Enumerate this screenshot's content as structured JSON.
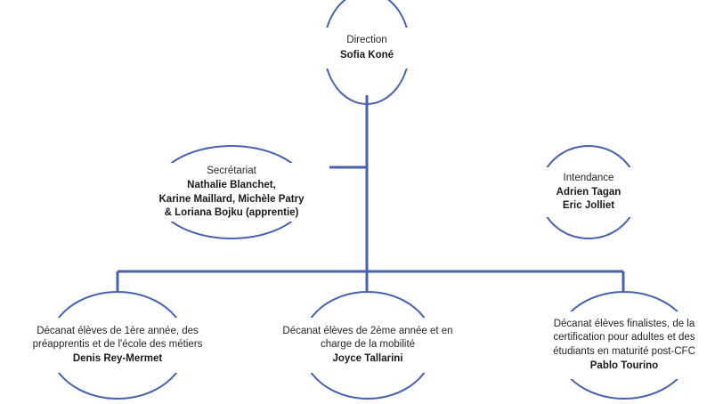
{
  "chart": {
    "type": "org-chart",
    "background_color": "#ffffff",
    "line_color": "#4a62ae",
    "text_color": "#262626"
  },
  "nodes": {
    "direction": {
      "role": "Direction",
      "people": [
        "Sofia Koné"
      ]
    },
    "secretariat": {
      "role": "Secrétariat",
      "people": [
        "Nathalie Blanchet,",
        "Karine Maillard, Michèle Patry",
        "& Loriana Bojku (apprentie)"
      ]
    },
    "intendance": {
      "role": "Intendance",
      "people": [
        "Adrien Tagan",
        "Eric Jolliet"
      ]
    },
    "decanat_1": {
      "role_lines": [
        "Décanat élèves de 1ère année, des",
        "préapprentis et de l'école des métiers"
      ],
      "people": [
        "Denis Rey-Mermet"
      ]
    },
    "decanat_2": {
      "role_lines": [
        "Décanat élèves de 2ème année et en",
        "charge de la mobilité"
      ],
      "people": [
        "Joyce Tallarini"
      ]
    },
    "decanat_3": {
      "role_lines": [
        "Décanat élèves finalistes, de la",
        "certification pour adultes et des",
        "étudiants en maturité post-CFC"
      ],
      "people": [
        "Pablo Tourino"
      ]
    }
  }
}
